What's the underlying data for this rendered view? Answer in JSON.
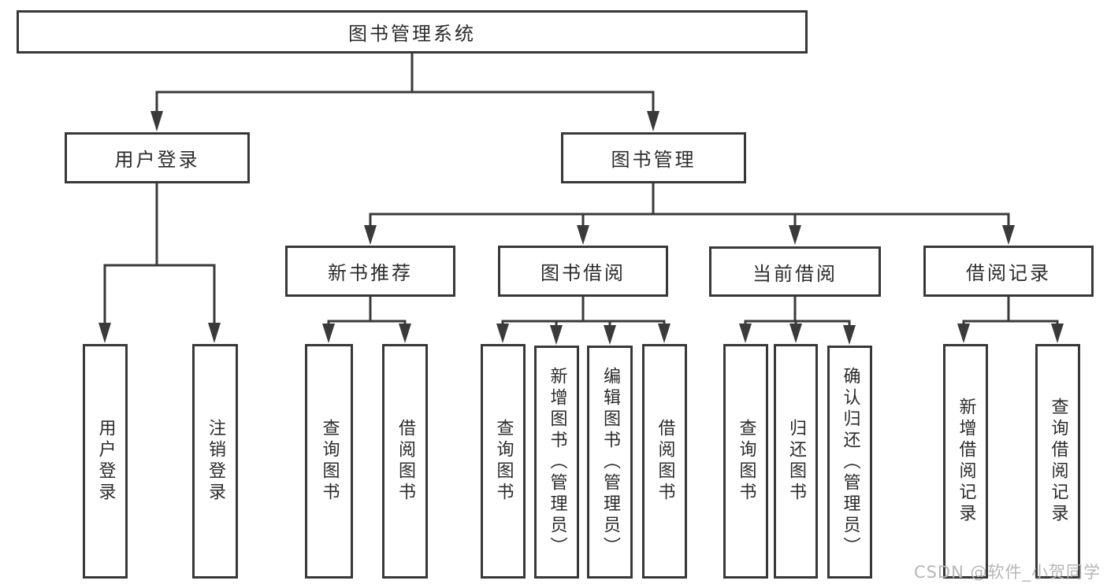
{
  "diagram": {
    "root": "图书管理系统",
    "children": [
      {
        "label": "用户登录",
        "children": [
          "用户登录",
          "注销登录"
        ]
      },
      {
        "label": "图书管理",
        "children": [
          {
            "label": "新书推荐",
            "children": [
              "查询图书",
              "借阅图书"
            ]
          },
          {
            "label": "图书借阅",
            "children": [
              "查询图书",
              "新增图书（管理员）",
              "编辑图书（管理员）",
              "借阅图书"
            ]
          },
          {
            "label": "当前借阅",
            "children": [
              "查询图书",
              "归还图书",
              "确认归还（管理员）"
            ]
          },
          {
            "label": "借阅记录",
            "children": [
              "新增借阅记录",
              "查询借阅记录"
            ]
          }
        ]
      }
    ]
  },
  "watermark": "CSDN @软件_小贺同学",
  "colors": {
    "line": "#3a3a3a",
    "box_border": "#383838",
    "text": "#2b2b2b",
    "watermark": "#b6b6b6",
    "background": "#ffffff"
  }
}
